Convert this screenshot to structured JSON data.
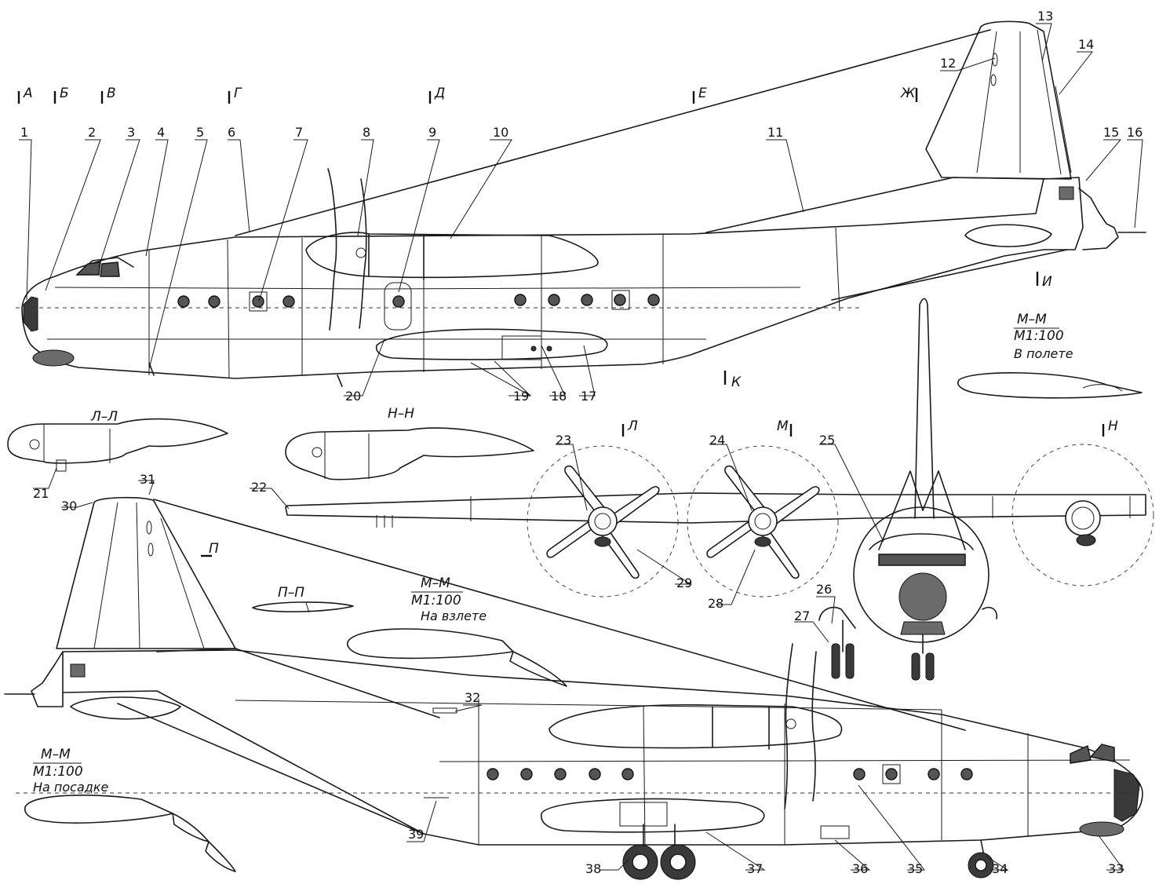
{
  "callouts": {
    "n1": "1",
    "n2": "2",
    "n3": "3",
    "n4": "4",
    "n5": "5",
    "n6": "6",
    "n7": "7",
    "n8": "8",
    "n9": "9",
    "n10": "10",
    "n11": "11",
    "n12": "12",
    "n13": "13",
    "n14": "14",
    "n15": "15",
    "n16": "16",
    "n17": "17",
    "n18": "18",
    "n19": "19",
    "n20": "20",
    "n21": "21",
    "n22": "22",
    "n23": "23",
    "n24": "24",
    "n25": "25",
    "n26": "26",
    "n27": "27",
    "n28": "28",
    "n29": "29",
    "n30": "30",
    "n31": "31",
    "n32": "32",
    "n33": "33",
    "n34": "34",
    "n35": "35",
    "n36": "36",
    "n37": "37",
    "n38": "38",
    "n39": "39"
  },
  "sections": {
    "A": "А",
    "B": "Б",
    "V": "В",
    "G": "Г",
    "D": "Д",
    "E": "Е",
    "ZH": "Ж",
    "I": "И",
    "K": "К",
    "L": "Л",
    "M": "М",
    "N": "Н",
    "P": "П",
    "LL": "Л–Л",
    "NN": "Н–Н",
    "PP": "П–П"
  },
  "profiles": {
    "flight": {
      "title": "М–М",
      "scale": "М1:100",
      "mode": "В полете"
    },
    "takeoff": {
      "title": "М–М",
      "scale": "М1:100",
      "mode": "На взлете"
    },
    "landing": {
      "title": "М–М",
      "scale": "М1:100",
      "mode": "На посадке"
    }
  }
}
